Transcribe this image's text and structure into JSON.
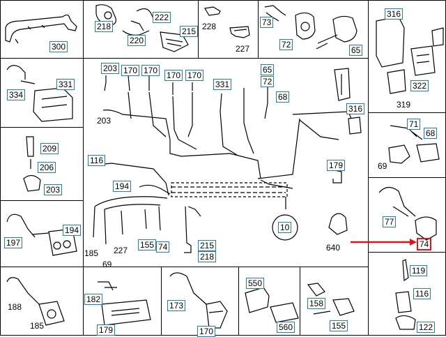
{
  "diagram": {
    "labels": {
      "l300": "300",
      "l218": "218",
      "l222": "222",
      "l215a": "215",
      "l220": "220",
      "l228": "228",
      "l227a": "227",
      "l73": "73",
      "l72a": "72",
      "l65a": "65",
      "l316a": "316",
      "l322": "322",
      "l319": "319",
      "l334": "334",
      "l331a": "331",
      "l203a": "203",
      "l170a": "170",
      "l170b": "170",
      "l170c": "170",
      "l170d": "170",
      "l203b": "203",
      "l331b": "331",
      "l65b": "65",
      "l72b": "72",
      "l68a": "68",
      "l316b": "316",
      "l71": "71",
      "l68b": "68",
      "l69a": "69",
      "l209": "209",
      "l206": "206",
      "l203c": "203",
      "l116": "116",
      "l179a": "179",
      "l194a": "194",
      "l10": "10",
      "l640": "640",
      "l77": "77",
      "l74a": "74",
      "l197": "197",
      "l194b": "194",
      "l185a": "185",
      "l69b": "69",
      "l227b": "227",
      "l155a": "155",
      "l74b": "74",
      "l215b": "215",
      "l218b": "218",
      "l119": "119",
      "l116b": "116",
      "l122": "122",
      "l188": "188",
      "l185b": "185",
      "l182": "182",
      "l179b": "179",
      "l173": "173",
      "l170e": "170",
      "l550": "550",
      "l560": "560",
      "l158": "158",
      "l155b": "155"
    }
  }
}
